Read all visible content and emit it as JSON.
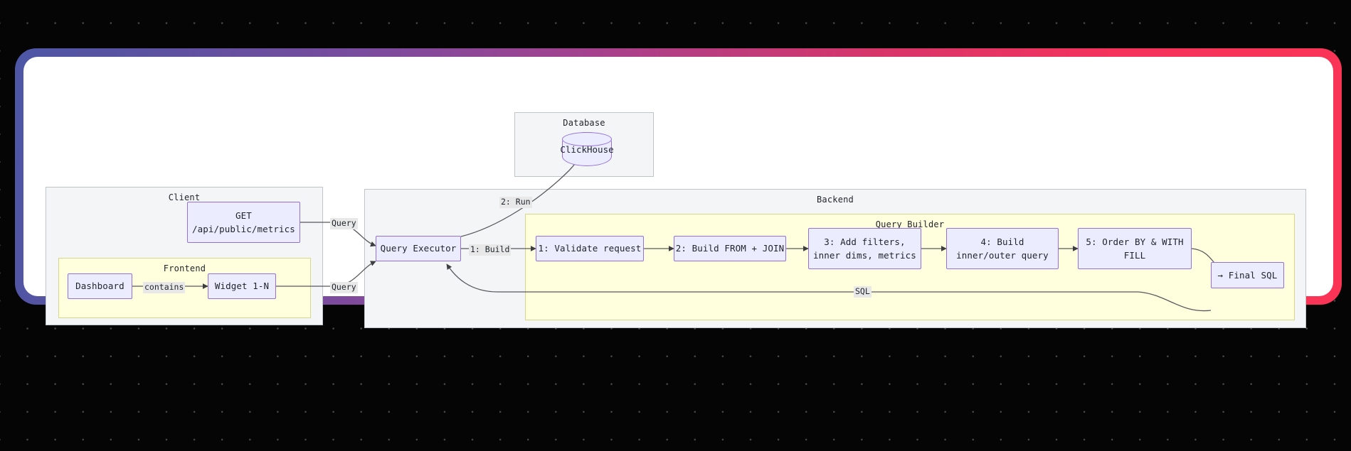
{
  "page": {
    "background_color": "#050505",
    "dot_color": "#4a4a4a"
  },
  "frame": {
    "gradient_from": "#4d56a6",
    "gradient_mid": "#a5418e",
    "gradient_to": "#fb3456",
    "inner_background": "#ffffff"
  },
  "diagram": {
    "type": "sequence-flow",
    "palette": {
      "node_fill": "#ececff",
      "node_border": "#9370db",
      "cluster_fill": "#f4f5f7",
      "cluster_border": "#bfc4c9",
      "cluster_yellow_fill": "#ffffde",
      "cluster_yellow_border": "#d6d68f",
      "edge_color": "#59595e",
      "edge_label_bg": "#e8e8e8",
      "text_color": "#1f2329"
    },
    "clusters": [
      {
        "id": "client",
        "label": "Client"
      },
      {
        "id": "frontend",
        "label": "Frontend"
      },
      {
        "id": "database",
        "label": "Database"
      },
      {
        "id": "backend",
        "label": "Backend"
      },
      {
        "id": "query_builder",
        "label": "Query Builder"
      }
    ],
    "nodes": [
      {
        "id": "dashboard",
        "label_line1": "Dashboard",
        "label_line2": "",
        "shape": "rect",
        "cluster": "frontend"
      },
      {
        "id": "widget",
        "label_line1": "Widget 1-N",
        "label_line2": "",
        "shape": "rect",
        "cluster": "frontend"
      },
      {
        "id": "api",
        "label_line1": "GET",
        "label_line2": "/api/public/metrics",
        "shape": "rect",
        "cluster": "client"
      },
      {
        "id": "clickhouse",
        "label_line1": "ClickHouse",
        "label_line2": "",
        "shape": "cylinder",
        "cluster": "database"
      },
      {
        "id": "executor",
        "label_line1": "Query Executor",
        "label_line2": "",
        "shape": "rect",
        "cluster": "backend"
      },
      {
        "id": "step1",
        "label_line1": "1: Validate request",
        "label_line2": "",
        "shape": "rect",
        "cluster": "query_builder"
      },
      {
        "id": "step2",
        "label_line1": "2: Build FROM + JOIN",
        "label_line2": "",
        "shape": "rect",
        "cluster": "query_builder"
      },
      {
        "id": "step3",
        "label_line1": "3: Add filters,",
        "label_line2": "inner dims, metrics",
        "shape": "rect",
        "cluster": "query_builder"
      },
      {
        "id": "step4",
        "label_line1": "4: Build",
        "label_line2": "inner/outer query",
        "shape": "rect",
        "cluster": "query_builder"
      },
      {
        "id": "step5",
        "label_line1": "5: Order BY & WITH",
        "label_line2": "FILL",
        "shape": "rect",
        "cluster": "query_builder"
      },
      {
        "id": "final_sql",
        "label_line1": "→ Final SQL",
        "label_line2": "",
        "shape": "rect",
        "cluster": "query_builder"
      }
    ],
    "edges": [
      {
        "from": "dashboard",
        "to": "widget",
        "label": "contains"
      },
      {
        "from": "widget",
        "to": "executor",
        "label": "Query"
      },
      {
        "from": "api",
        "to": "executor",
        "label": "Query"
      },
      {
        "from": "executor",
        "to": "step1",
        "label": "1: Build"
      },
      {
        "from": "executor",
        "to": "clickhouse",
        "label": "2: Run"
      },
      {
        "from": "step1",
        "to": "step2",
        "label": ""
      },
      {
        "from": "step2",
        "to": "step3",
        "label": ""
      },
      {
        "from": "step3",
        "to": "step4",
        "label": ""
      },
      {
        "from": "step4",
        "to": "step5",
        "label": ""
      },
      {
        "from": "step5",
        "to": "final_sql",
        "label": ""
      },
      {
        "from": "final_sql",
        "to": "executor",
        "label": "SQL"
      }
    ]
  }
}
